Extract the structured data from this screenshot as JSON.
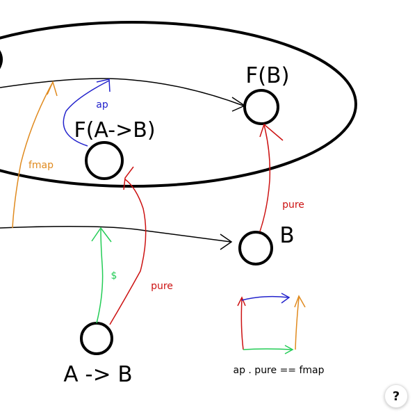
{
  "diagram": {
    "labels": {
      "fb": "F(B)",
      "fab": "F(A->B)",
      "b": "B",
      "ab": "A -> B",
      "ap": "ap",
      "fmap": "fmap",
      "pure_top": "pure",
      "pure_bottom": "pure",
      "dollar": "$",
      "legend_caption": "ap . pure == fmap"
    },
    "colors": {
      "stroke": "#000000",
      "ap": "#2222cc",
      "fmap": "#e08a1e",
      "pure": "#cc1111",
      "dollar": "#22cc55"
    }
  },
  "help_button": {
    "label": "?"
  }
}
